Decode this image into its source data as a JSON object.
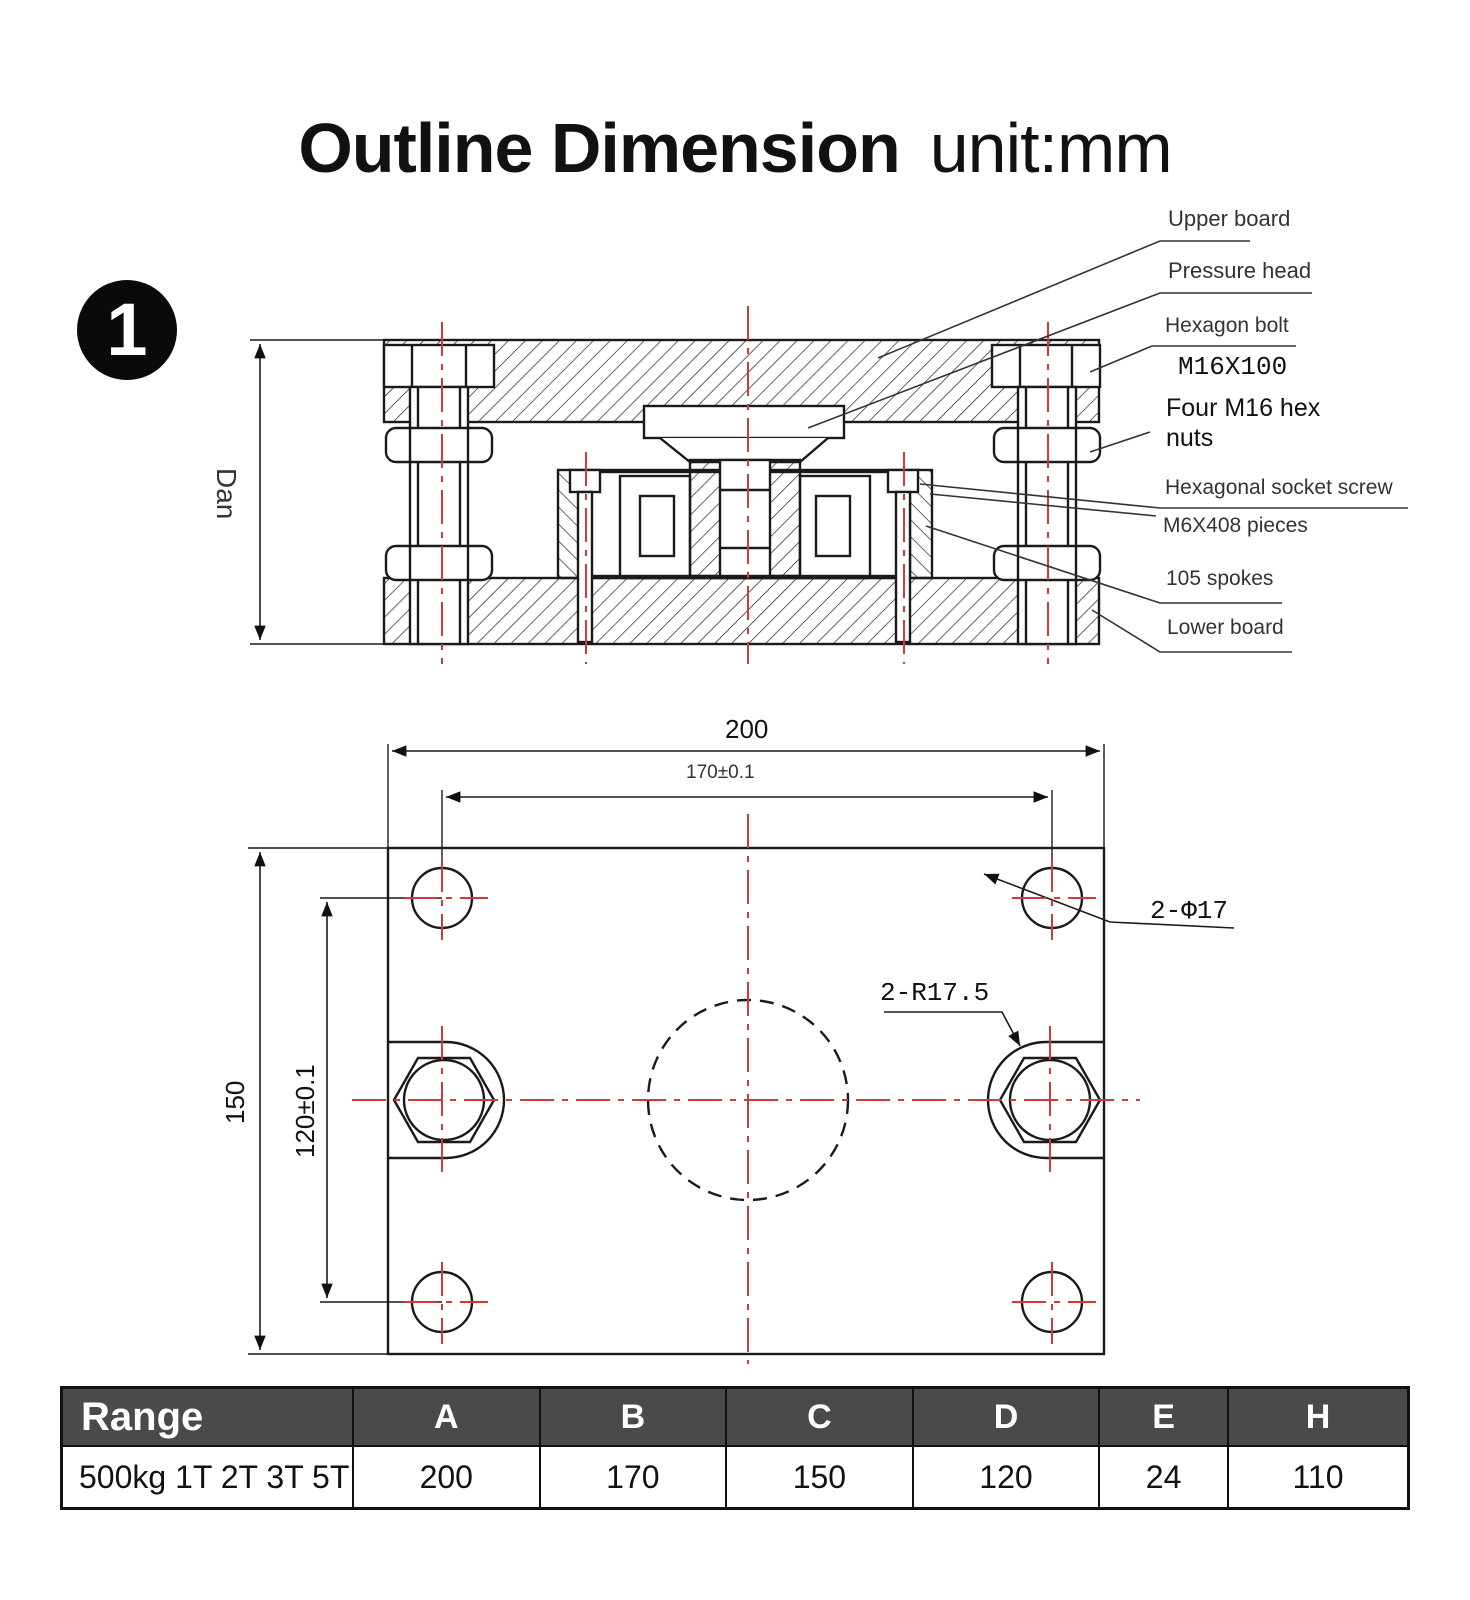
{
  "header": {
    "title_bold": "Outline Dimension",
    "title_unit": "unit:mm",
    "badge": "1"
  },
  "section_view": {
    "height_label": "Dan",
    "callouts": {
      "upper_board": "Upper board",
      "pressure_head": "Pressure head",
      "hexagon_bolt": "Hexagon bolt",
      "bolt_size": "M16X100",
      "hex_nuts_line1": "Four M16 hex",
      "hex_nuts_line2": "nuts",
      "socket_screw": "Hexagonal socket screw",
      "socket_screw_spec": "M6X408 pieces",
      "spokes": "105 spokes",
      "lower_board": "Lower board"
    }
  },
  "plan_view": {
    "dim_overall_width": "200",
    "dim_hole_spacing": "170±0.1",
    "dim_overall_height": "150",
    "dim_hole_pitch": "120±0.1",
    "hole_callout": "2-Φ17",
    "slot_callout": "2-R17.5"
  },
  "spec_table": {
    "headers": [
      "Range",
      "A",
      "B",
      "C",
      "D",
      "E",
      "H"
    ],
    "rows": [
      [
        "500kg 1T 2T 3T 5T",
        "200",
        "170",
        "150",
        "120",
        "24",
        "110"
      ]
    ]
  },
  "colors": {
    "centerline": "#d23a3a",
    "line": "#1a1a1a",
    "table_header_bg": "#4a4a4a"
  }
}
